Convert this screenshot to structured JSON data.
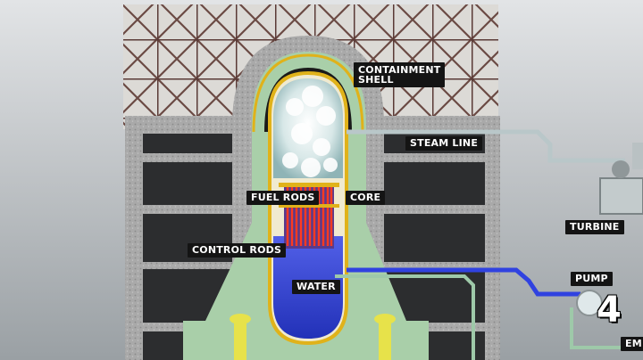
{
  "labels": {
    "containment": "CONTAINMENT\nSHELL",
    "steam_line": "STEAM LINE",
    "fuel_rods": "FUEL RODS",
    "core": "CORE",
    "turbine": "TURBINE",
    "control_rods": "CONTROL RODS",
    "pump": "PUMP",
    "water": "WATER",
    "em": "EM"
  },
  "overlay_number": "4",
  "colors": {
    "concrete": "#a7a7a7",
    "coolant_green": "#a9cfa9",
    "water_blue": "#2f3fd0",
    "vessel_gold": "#e0b21a",
    "fuel_red": "#e8432a",
    "steel_frame": "#5a3a36"
  }
}
